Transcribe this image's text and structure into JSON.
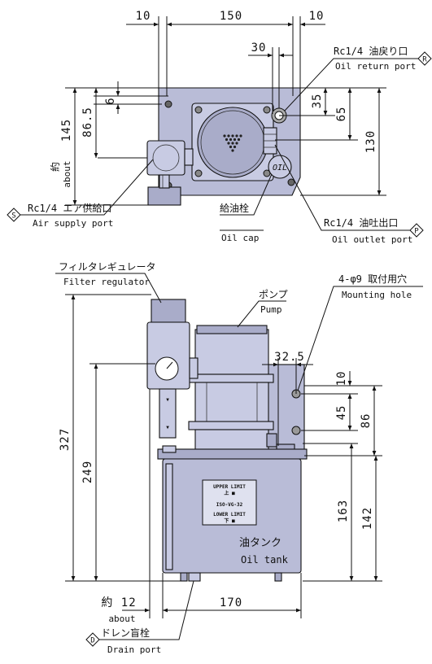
{
  "top_view": {
    "dims": {
      "d10_left": "10",
      "d150": "150",
      "d10_right": "10",
      "d30": "30",
      "d35": "35",
      "d65": "65",
      "d130": "130",
      "d6": "6",
      "d86_5": "86.5",
      "d145": "145",
      "yaku": "約",
      "about": "about"
    },
    "labels": {
      "oil_return_jp": "Rc1/4 油戻り口",
      "oil_return_en": "Oil return port",
      "oil_return_sym": "R",
      "air_supply_jp": "Rc1/4 エア供給口",
      "air_supply_en": "Air supply port",
      "air_supply_sym": "S",
      "oil_cap_jp": "給油栓",
      "oil_cap_en": "Oil cap",
      "oil_outlet_jp": "Rc1/4 油吐出口",
      "oil_outlet_en": "Oil outlet port",
      "oil_outlet_sym": "P",
      "cap_text": "OIL"
    }
  },
  "front_view": {
    "dims": {
      "d327": "327",
      "d249": "249",
      "d32_5": "32.5",
      "d10": "10",
      "d45": "45",
      "d86": "86",
      "d163": "163",
      "d142": "142",
      "d12": "約 12",
      "about": "about",
      "d170": "170"
    },
    "labels": {
      "filter_jp": "フィルタレギュレータ",
      "filter_en": "Filter regulator",
      "pump_jp": "ポンプ",
      "pump_en": "Pump",
      "mount_jp": "4-φ9 取付用穴",
      "mount_en": "Mounting hole",
      "tank_jp": "油タンク",
      "tank_en": "Oil tank",
      "drain_jp": "ドレン盲栓",
      "drain_en": "Drain port",
      "drain_sym": "D",
      "upper_limit": "UPPER LIMIT",
      "upper_mark": "上 ■",
      "oil_grade": "ISO-VG-32",
      "lower_limit": "LOWER LIMIT",
      "lower_mark": "下 ■"
    }
  }
}
